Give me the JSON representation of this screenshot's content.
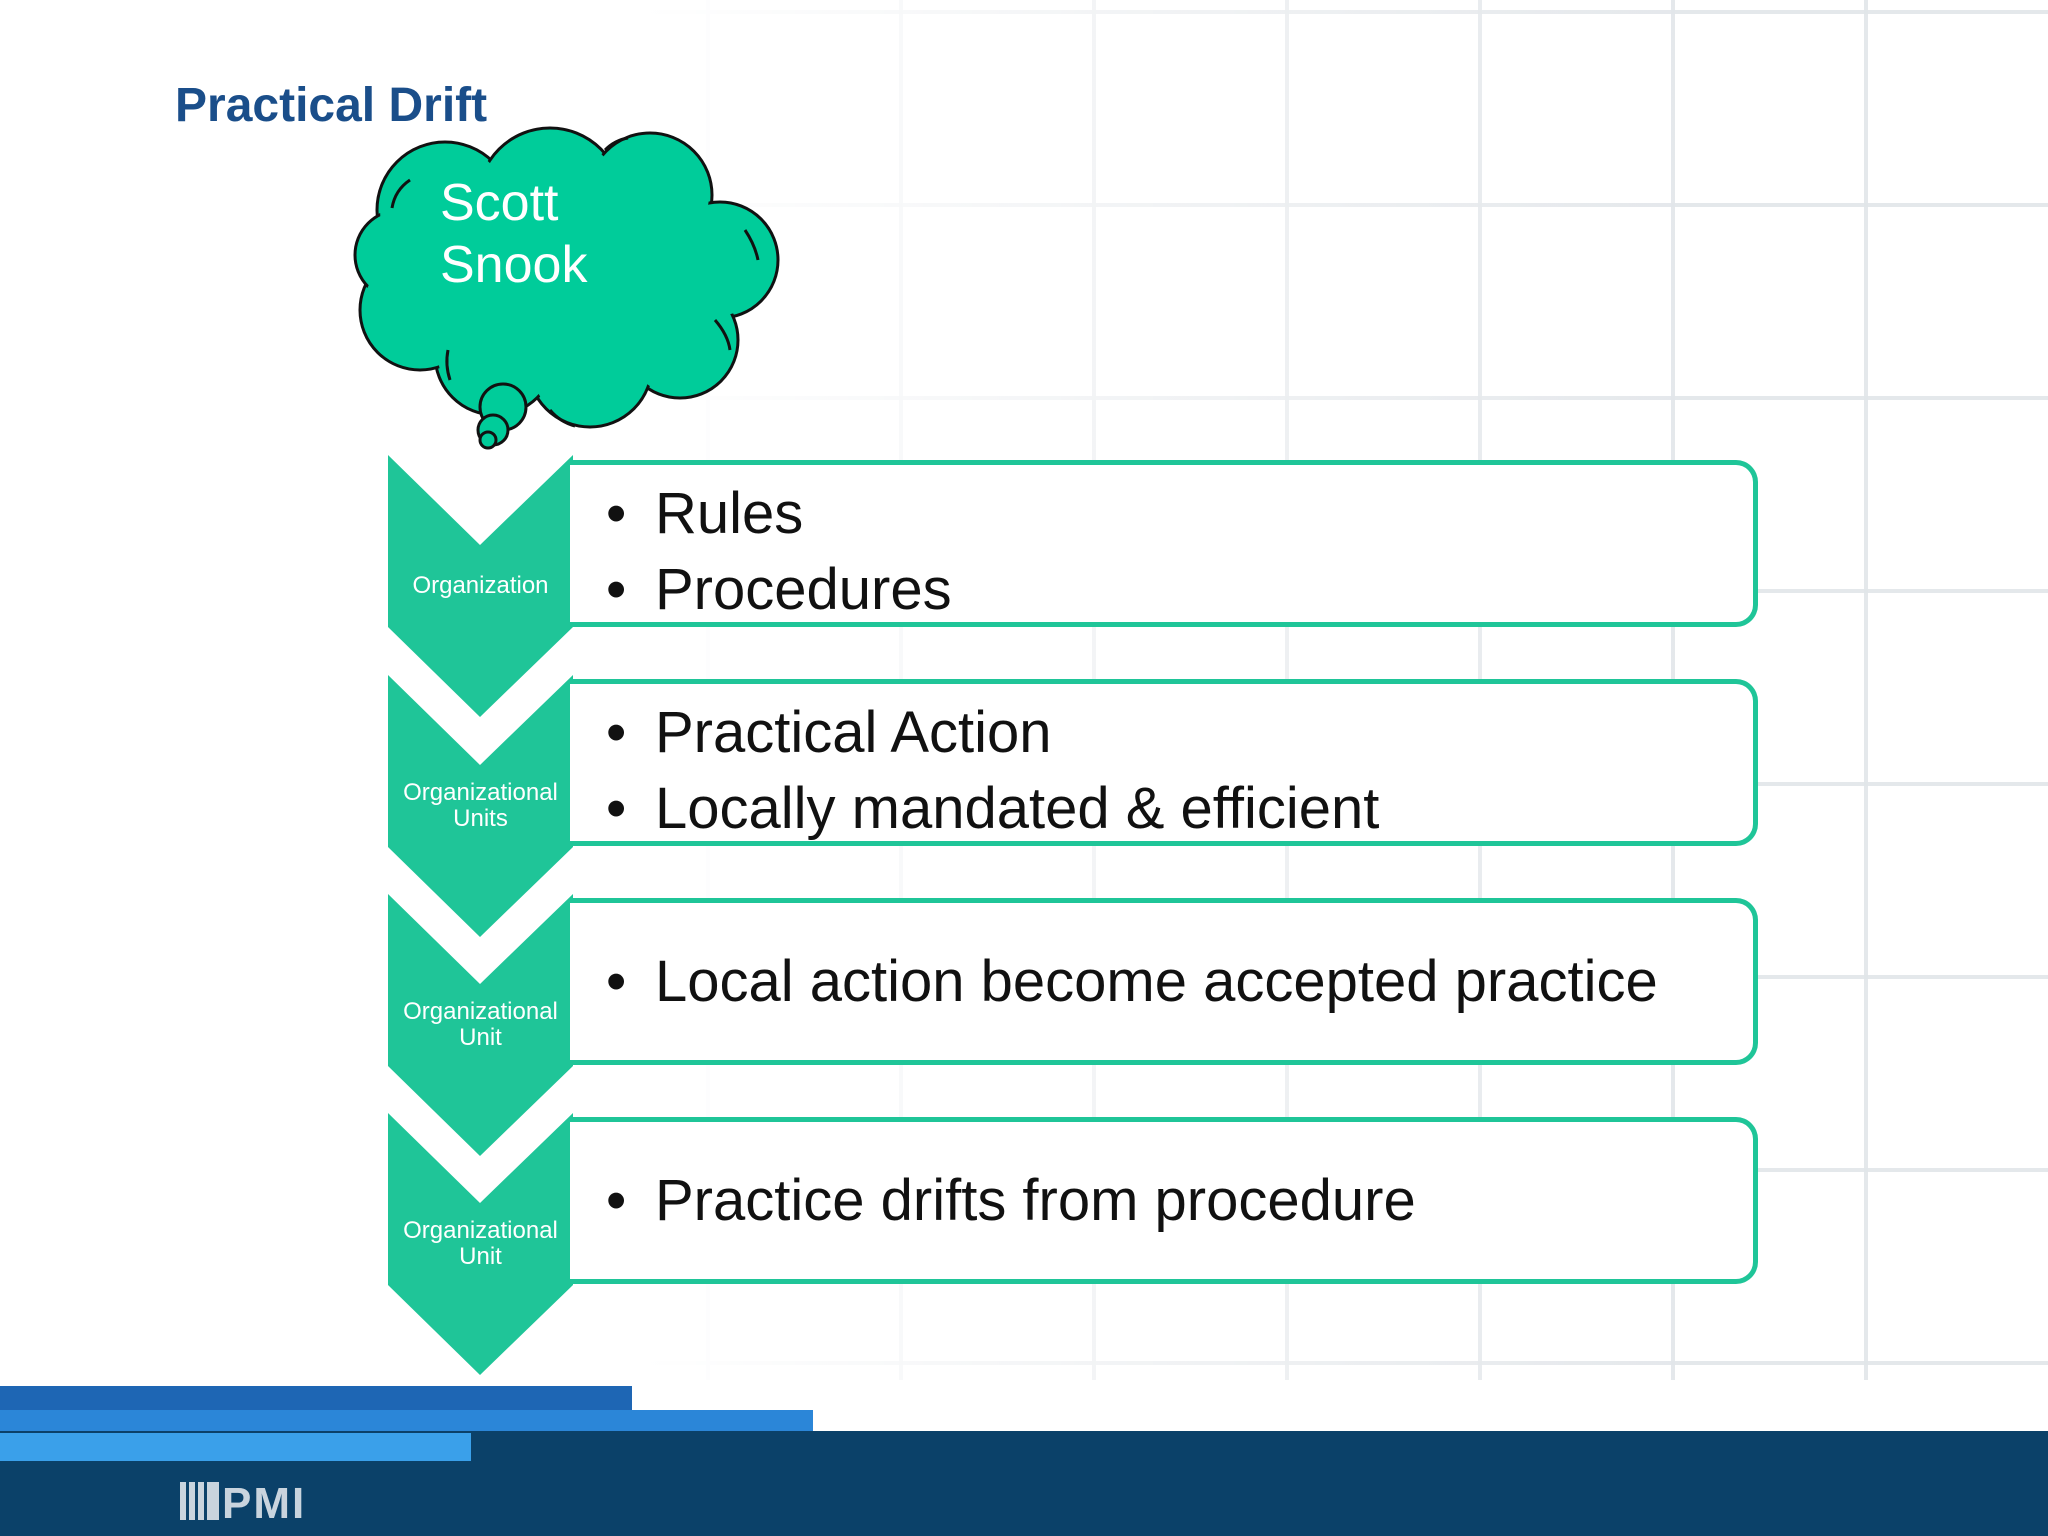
{
  "slide": {
    "title": "Practical Drift",
    "cloud": {
      "line1": "Scott",
      "line2": "Snook"
    }
  },
  "steps": [
    {
      "label_lines": [
        "Organization"
      ],
      "bullets": [
        "Rules",
        "Procedures"
      ]
    },
    {
      "label_lines": [
        "Organizational",
        "Units"
      ],
      "bullets": [
        "Practical Action",
        "Locally mandated & efficient"
      ]
    },
    {
      "label_lines": [
        "Organizational",
        "Unit"
      ],
      "bullets": [
        "Local action become accepted practice"
      ]
    },
    {
      "label_lines": [
        "Organizational",
        "Unit"
      ],
      "bullets": [
        "Practice drifts from procedure"
      ]
    }
  ],
  "footer": {
    "logo_text": "PMI"
  },
  "colors": {
    "accent": "#1fc598",
    "title": "#1a4e8a",
    "footer_navy": "#0b4169",
    "stripe_blue": "#1e66b4"
  }
}
